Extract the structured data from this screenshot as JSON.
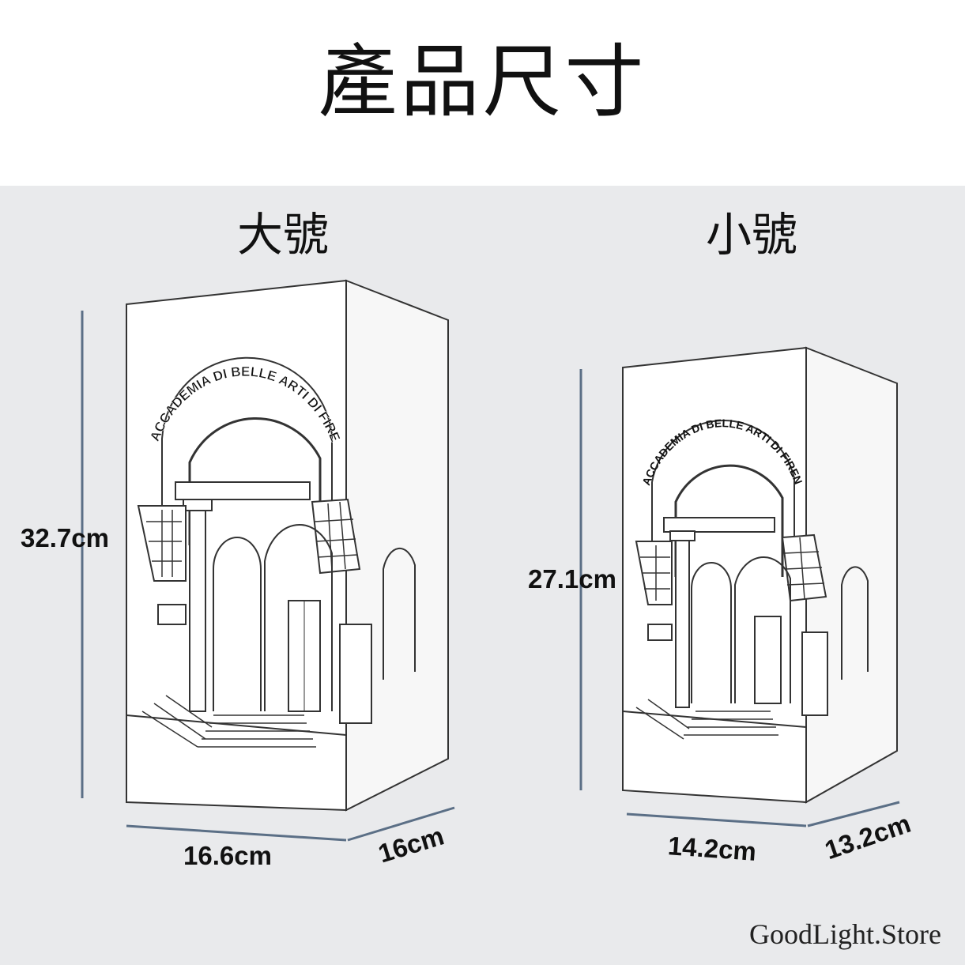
{
  "title": "產品尺寸",
  "large": {
    "label": "大號",
    "height": "32.7cm",
    "width": "16.6cm",
    "depth": "16cm",
    "arch_text": "ACCADEMIA DI BELLE ARTI DI FIRENZE"
  },
  "small": {
    "label": "小號",
    "height": "27.1cm",
    "width": "14.2cm",
    "depth": "13.2cm",
    "arch_text": "ACCADEMIA DI BELLE ARTI DI FIRENZE"
  },
  "store": "GoodLight.Store",
  "colors": {
    "background": "#e9eaec",
    "dimension_line": "#5b6f86",
    "lamp": "#ffffff"
  }
}
